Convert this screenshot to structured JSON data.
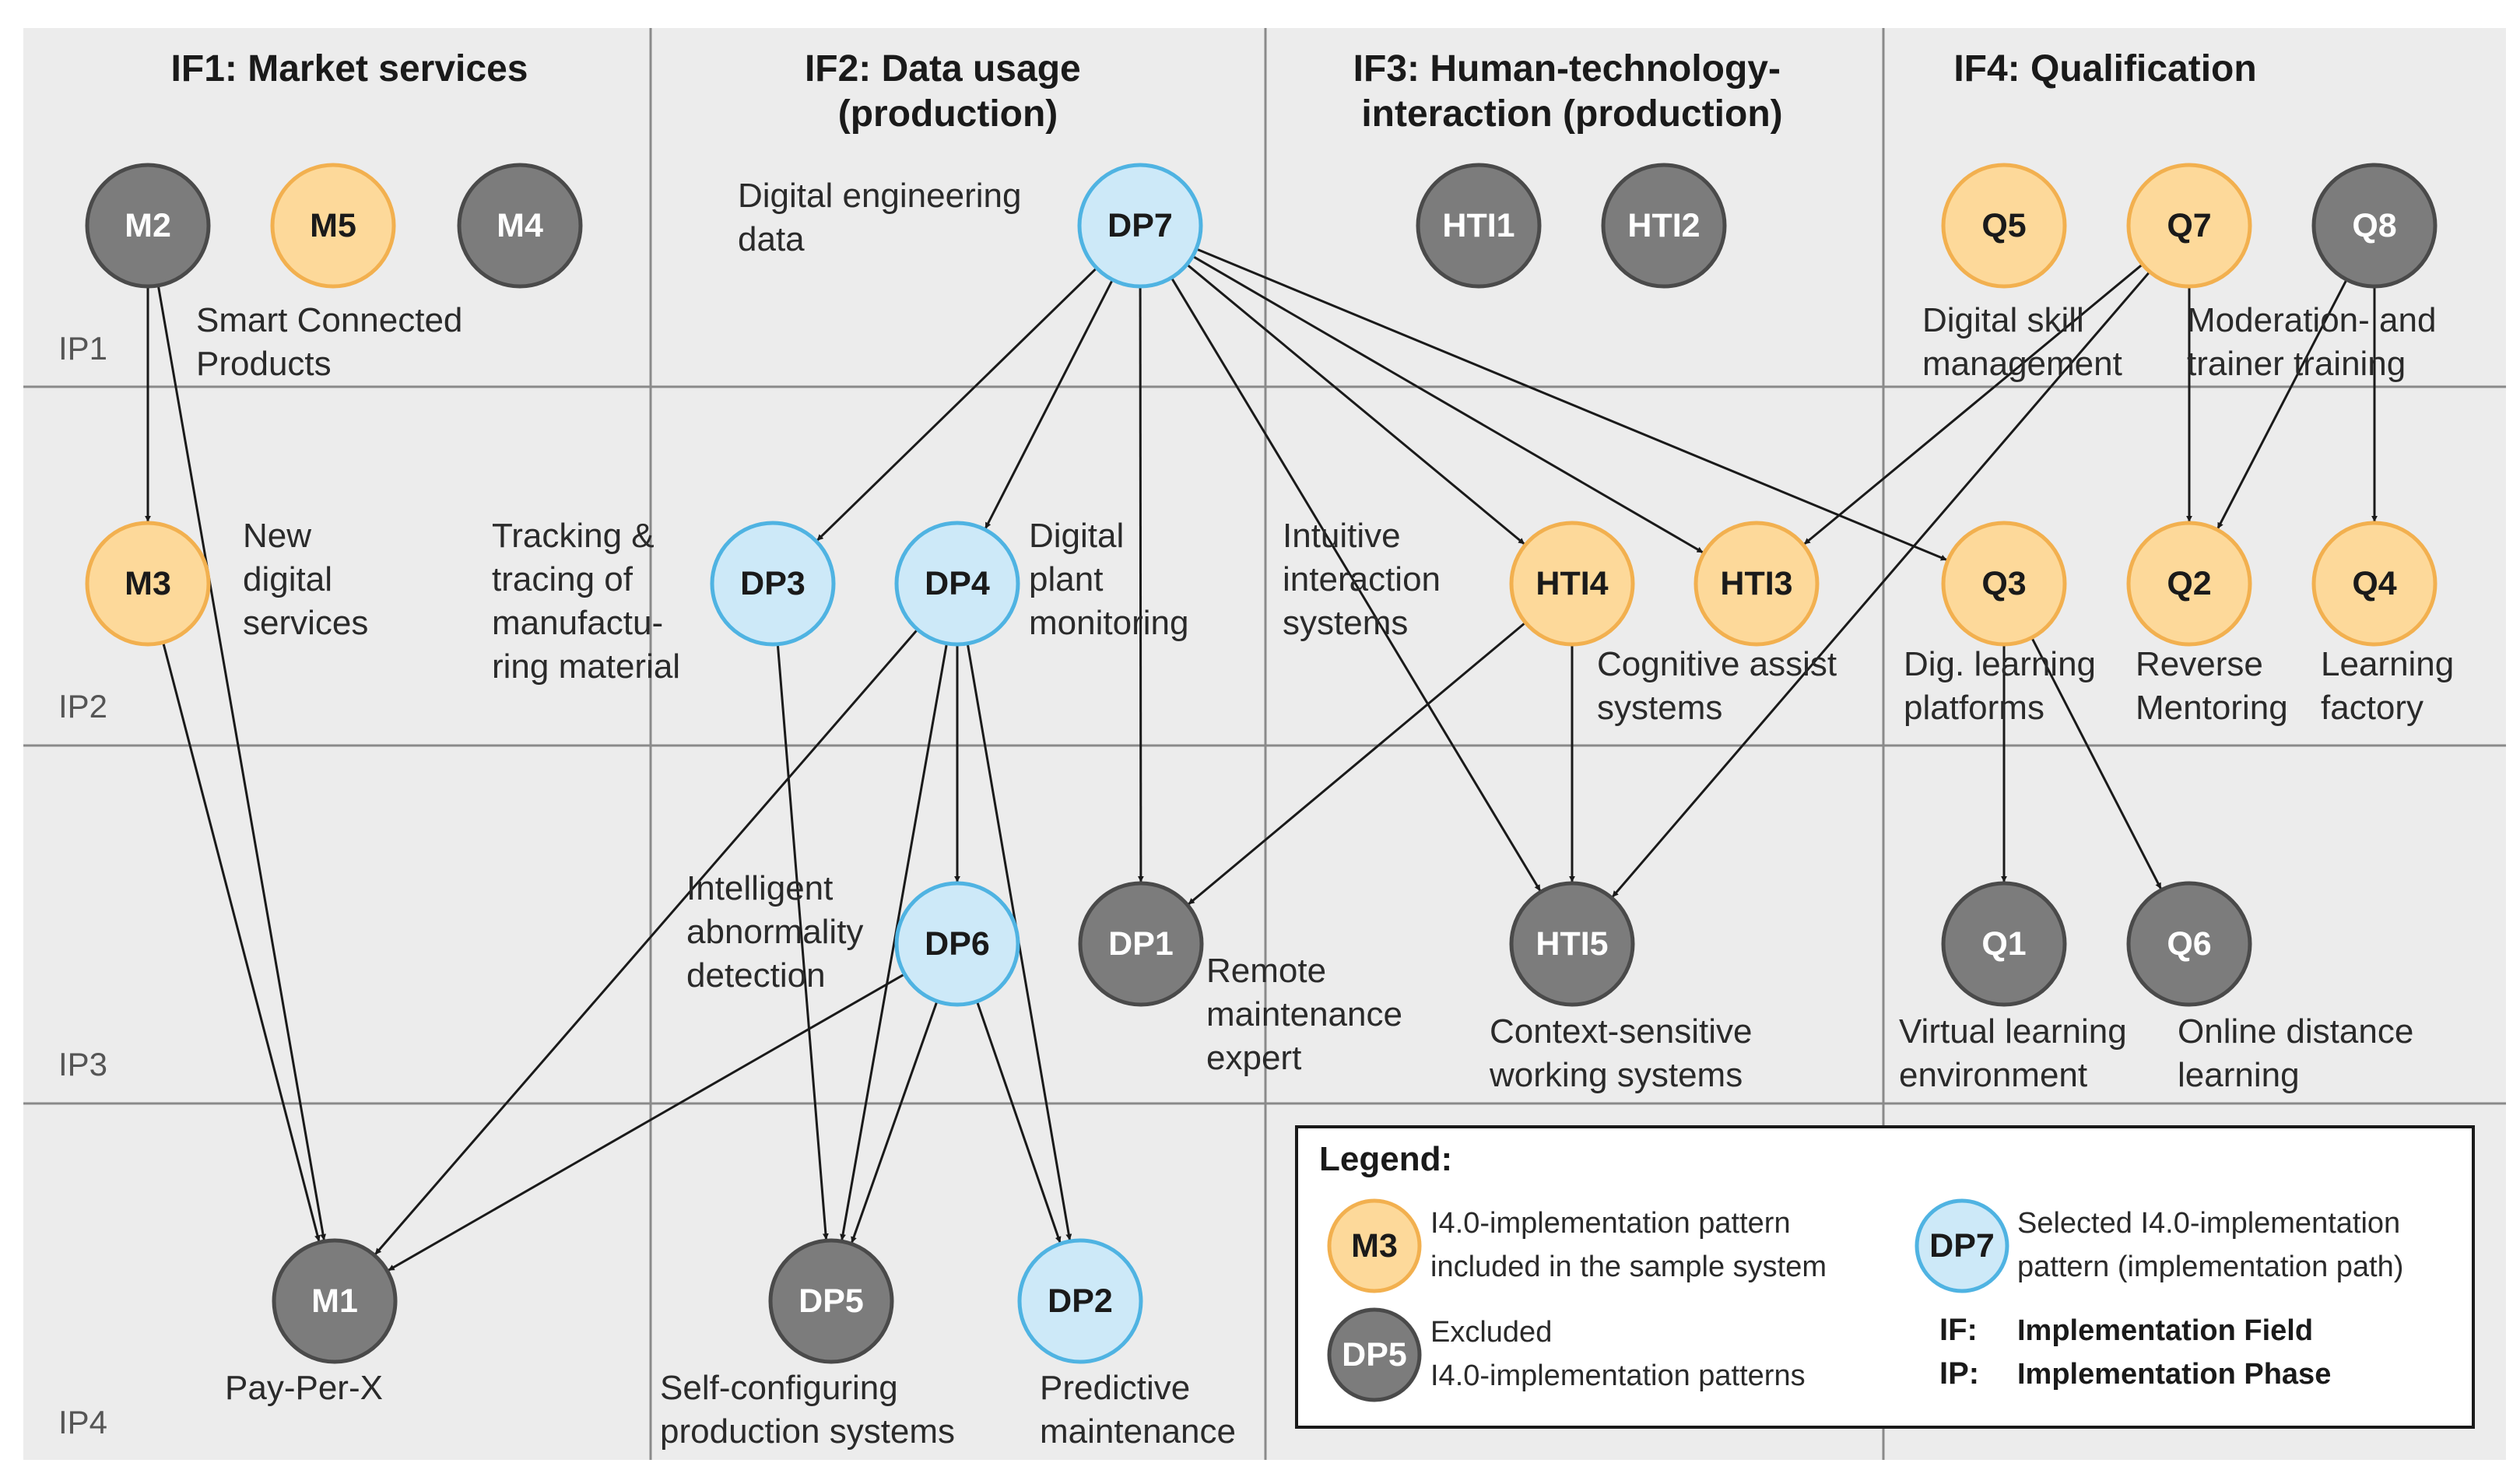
{
  "colors": {
    "included_fill": "#fdd99a",
    "included_stroke": "#f2b04f",
    "included_text": "#1a1a1a",
    "selected_fill": "#cde9f8",
    "selected_stroke": "#4fb3e2",
    "selected_text": "#1a1a1a",
    "excluded_fill": "#7c7c7c",
    "excluded_stroke": "#4a4a4a",
    "excluded_text": "#ffffff"
  },
  "fields": [
    {
      "lines": [
        "IF1: Market services"
      ]
    },
    {
      "lines": [
        "IF2: Data usage",
        "(production)"
      ]
    },
    {
      "lines": [
        "IF3: Human-technology-",
        "interaction (production)"
      ]
    },
    {
      "lines": [
        "IF4: Qualification"
      ]
    }
  ],
  "phases": [
    "IP1",
    "IP2",
    "IP3",
    "IP4"
  ],
  "nodes": [
    {
      "id": "M2",
      "status": "excluded"
    },
    {
      "id": "M5",
      "status": "included"
    },
    {
      "id": "M4",
      "status": "excluded"
    },
    {
      "id": "M3",
      "status": "included"
    },
    {
      "id": "M1",
      "status": "excluded"
    },
    {
      "id": "DP7",
      "status": "selected"
    },
    {
      "id": "DP3",
      "status": "selected"
    },
    {
      "id": "DP4",
      "status": "selected"
    },
    {
      "id": "DP6",
      "status": "selected"
    },
    {
      "id": "DP1",
      "status": "excluded"
    },
    {
      "id": "DP5",
      "status": "excluded"
    },
    {
      "id": "DP2",
      "status": "selected"
    },
    {
      "id": "HTI1",
      "status": "excluded"
    },
    {
      "id": "HTI2",
      "status": "excluded"
    },
    {
      "id": "HTI4",
      "status": "included"
    },
    {
      "id": "HTI3",
      "status": "included"
    },
    {
      "id": "HTI5",
      "status": "excluded"
    },
    {
      "id": "Q5",
      "status": "included"
    },
    {
      "id": "Q7",
      "status": "included"
    },
    {
      "id": "Q8",
      "status": "excluded"
    },
    {
      "id": "Q3",
      "status": "included"
    },
    {
      "id": "Q2",
      "status": "included"
    },
    {
      "id": "Q4",
      "status": "included"
    },
    {
      "id": "Q1",
      "status": "excluded"
    },
    {
      "id": "Q6",
      "status": "excluded"
    }
  ],
  "labels": [
    {
      "key": "smart_connected",
      "lines": [
        "Smart Connected",
        "Products"
      ]
    },
    {
      "key": "new_digital",
      "lines": [
        "New",
        "digital",
        "services"
      ]
    },
    {
      "key": "pay_per_x",
      "lines": [
        "Pay-Per-X"
      ]
    },
    {
      "key": "digital_engineering",
      "lines": [
        "Digital engineering",
        "data"
      ]
    },
    {
      "key": "tracking",
      "lines": [
        "Tracking &",
        "tracing of",
        "manufactu-",
        "ring material"
      ]
    },
    {
      "key": "digital_plant",
      "lines": [
        "Digital",
        "plant",
        "monitoring"
      ]
    },
    {
      "key": "abnormality",
      "lines": [
        "Intelligent",
        "abnormality",
        "detection"
      ]
    },
    {
      "key": "remote",
      "lines": [
        "Remote",
        "maintenance",
        "expert"
      ]
    },
    {
      "key": "self_config",
      "lines": [
        "Self-configuring",
        "production systems"
      ]
    },
    {
      "key": "predictive",
      "lines": [
        "Predictive",
        "maintenance"
      ]
    },
    {
      "key": "intuitive",
      "lines": [
        "Intuitive",
        "interaction",
        "systems"
      ]
    },
    {
      "key": "cognitive",
      "lines": [
        "Cognitive assist",
        "systems"
      ]
    },
    {
      "key": "context",
      "lines": [
        "Context-sensitive",
        "working systems"
      ]
    },
    {
      "key": "skill",
      "lines": [
        "Digital skill",
        "management"
      ]
    },
    {
      "key": "moderation",
      "lines": [
        "Moderation- and",
        "trainer training"
      ]
    },
    {
      "key": "dig_learning",
      "lines": [
        "Dig. learning",
        "platforms"
      ]
    },
    {
      "key": "reverse",
      "lines": [
        "Reverse",
        "Mentoring"
      ]
    },
    {
      "key": "factory",
      "lines": [
        "Learning",
        "factory"
      ]
    },
    {
      "key": "virtual",
      "lines": [
        "Virtual learning",
        "environment"
      ]
    },
    {
      "key": "online",
      "lines": [
        "Online distance",
        "learning"
      ]
    }
  ],
  "edges": [
    [
      "M2",
      "M3"
    ],
    [
      "M2",
      "M1"
    ],
    [
      "M3",
      "M1"
    ],
    [
      "DP7",
      "DP3"
    ],
    [
      "DP7",
      "DP4"
    ],
    [
      "DP7",
      "DP1"
    ],
    [
      "DP7",
      "HTI5"
    ],
    [
      "DP7",
      "HTI4"
    ],
    [
      "DP7",
      "HTI3"
    ],
    [
      "DP7",
      "Q3"
    ],
    [
      "DP3",
      "DP5"
    ],
    [
      "DP4",
      "DP6"
    ],
    [
      "DP4",
      "DP5"
    ],
    [
      "DP4",
      "DP2"
    ],
    [
      "DP4",
      "M1"
    ],
    [
      "DP6",
      "M1"
    ],
    [
      "DP6",
      "DP5"
    ],
    [
      "DP6",
      "DP2"
    ],
    [
      "HTI4",
      "DP1"
    ],
    [
      "HTI4",
      "HTI5"
    ],
    [
      "Q7",
      "HTI3"
    ],
    [
      "Q7",
      "HTI5"
    ],
    [
      "Q7",
      "Q2"
    ],
    [
      "Q8",
      "Q2"
    ],
    [
      "Q8",
      "Q4"
    ],
    [
      "Q3",
      "Q1"
    ],
    [
      "Q3",
      "Q6"
    ]
  ],
  "legend": {
    "title": "Legend:",
    "included": {
      "node": "M3",
      "lines": [
        "I4.0-implementation pattern",
        "included in the sample system"
      ]
    },
    "selected": {
      "node": "DP7",
      "lines": [
        "Selected I4.0-implementation",
        "pattern (implementation path)"
      ]
    },
    "excluded": {
      "node": "DP5",
      "lines": [
        "Excluded",
        "I4.0-implementation patterns"
      ]
    },
    "if_key": "IF:",
    "if_text": "Implementation Field",
    "ip_key": "IP:",
    "ip_text": "Implementation Phase"
  }
}
